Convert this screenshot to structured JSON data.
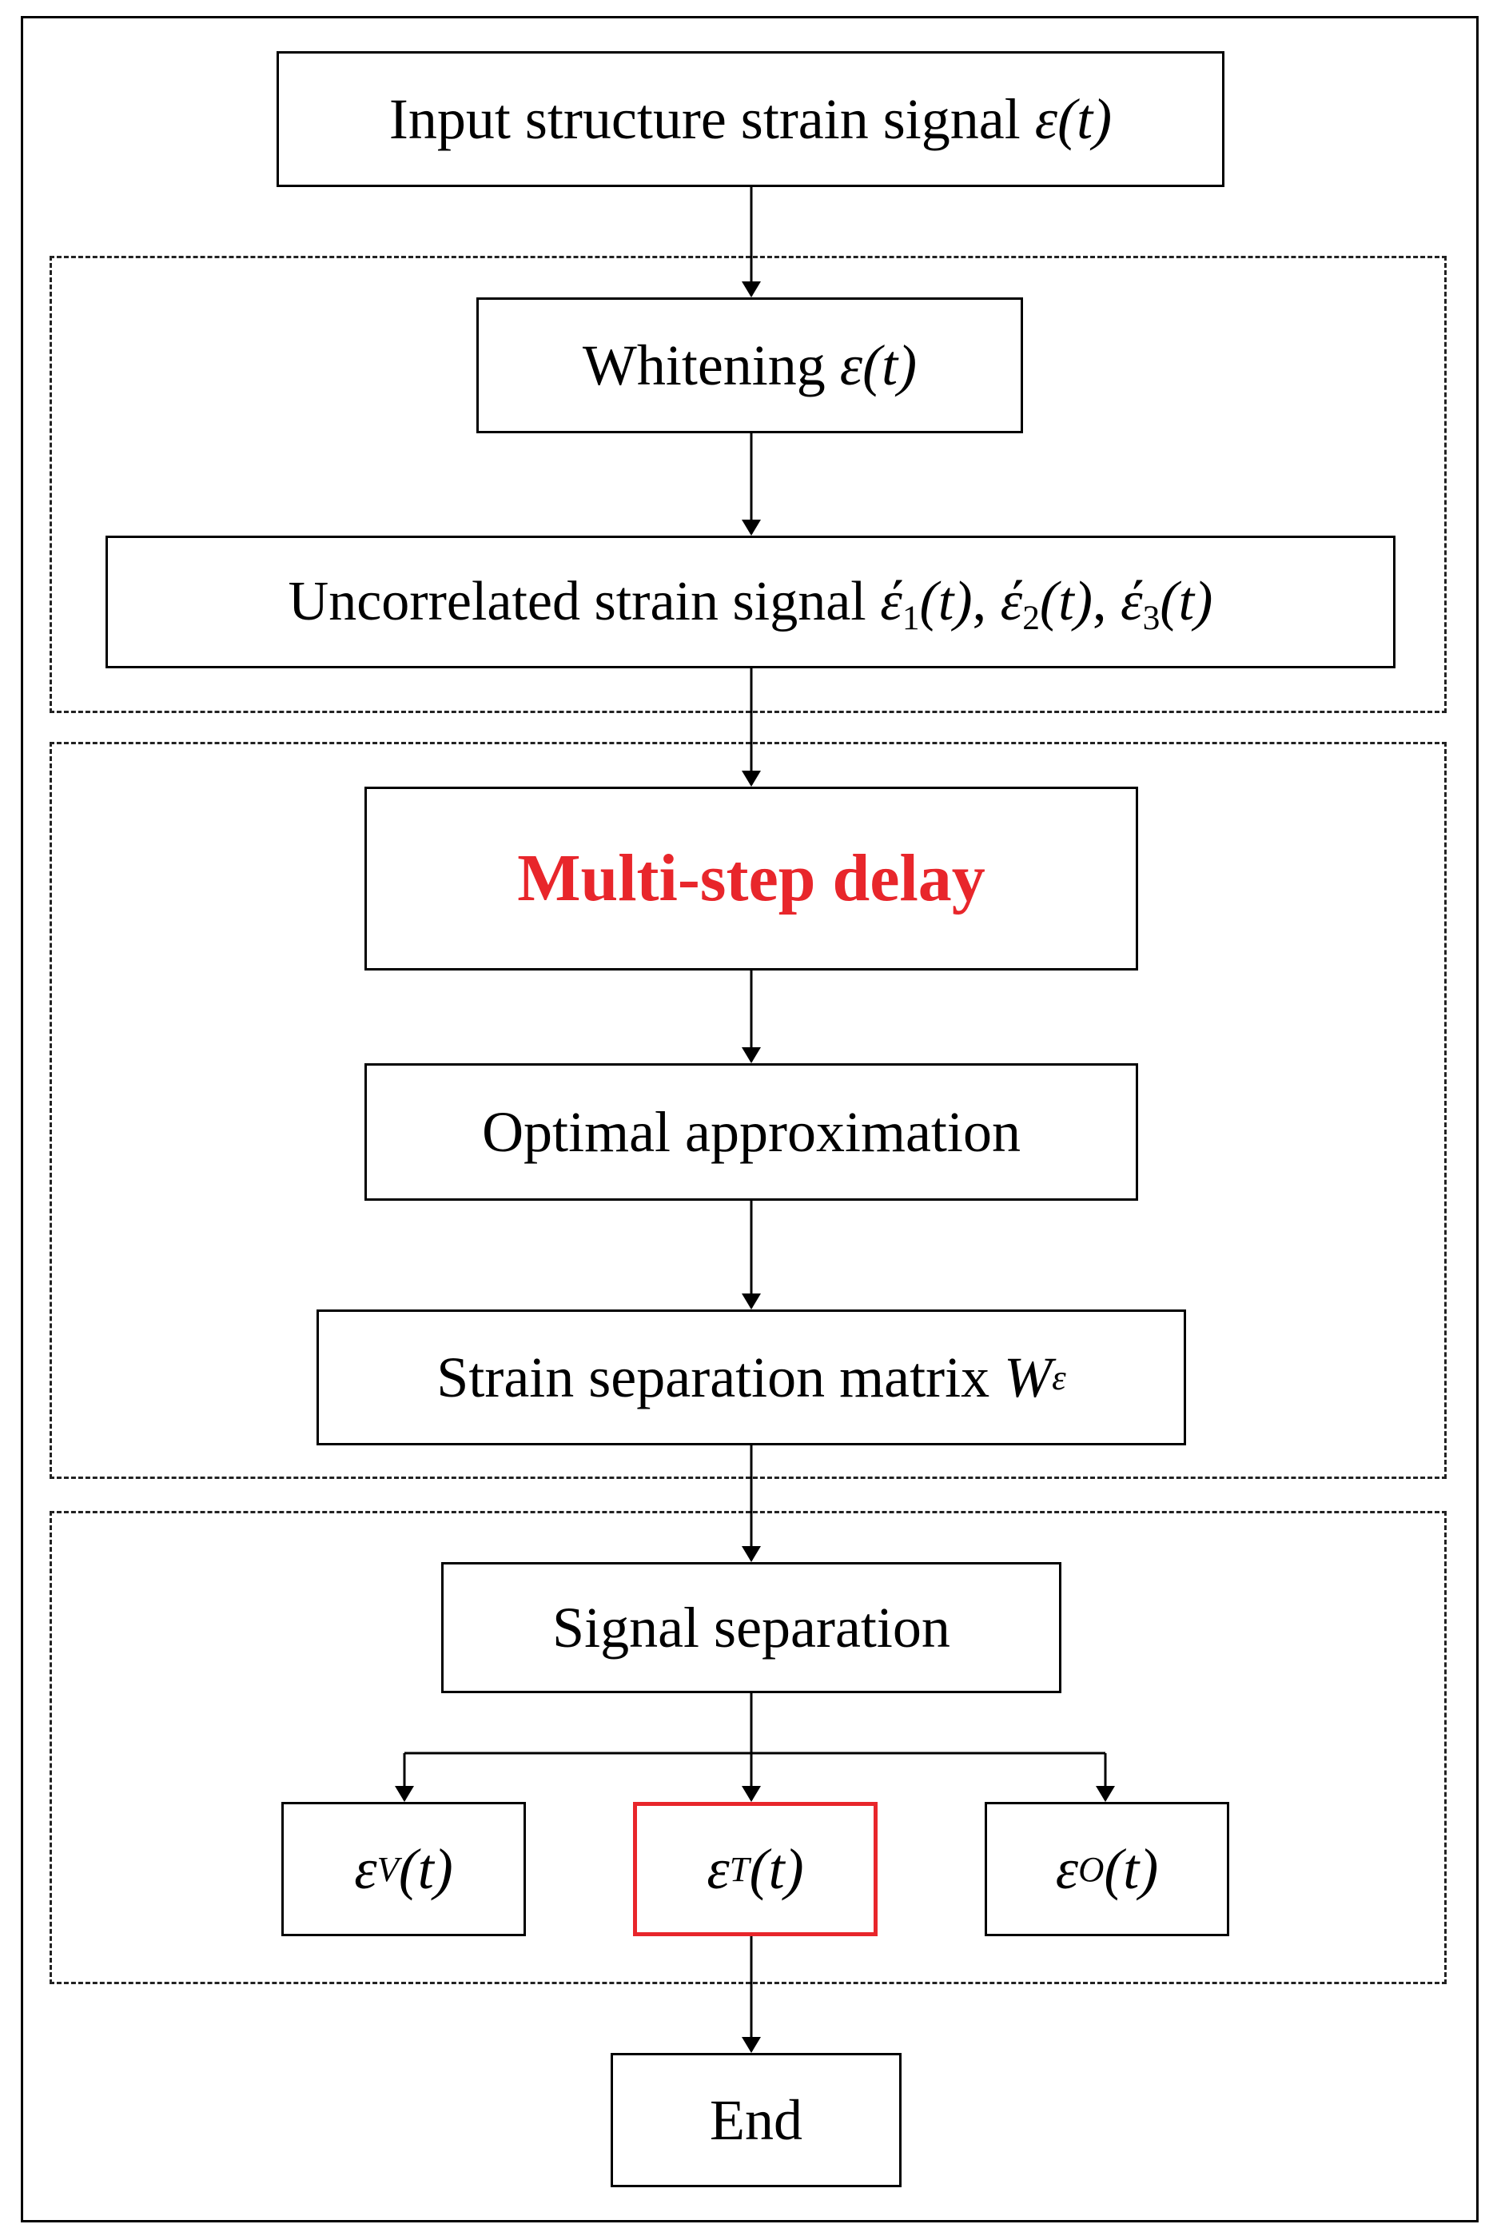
{
  "colors": {
    "line": "#000000",
    "accent": "#e8262b",
    "background": "#ffffff"
  },
  "nodes": {
    "input": {
      "prefix": "Input structure strain signal ",
      "symbol": "ε(t)"
    },
    "whitening": {
      "prefix": "Whitening ",
      "symbol": "ε(t)"
    },
    "uncorrelated": {
      "prefix": "Uncorrelated strain signal ",
      "signals": [
        {
          "base": "έ",
          "sub": "1",
          "arg": "(t)",
          "sep": ", "
        },
        {
          "base": "έ",
          "sub": "2",
          "arg": "(t)",
          "sep": ", "
        },
        {
          "base": "έ",
          "sub": "3",
          "arg": "(t)",
          "sep": ""
        }
      ]
    },
    "multistep": {
      "label": "Multi-step delay"
    },
    "optimal": {
      "label": "Optimal approximation"
    },
    "matrix": {
      "prefix": "Strain separation matrix ",
      "base": "W",
      "sub": "ε"
    },
    "separation": {
      "label": "Signal separation"
    },
    "outputs": [
      {
        "base": "ε",
        "sub": "V",
        "arg": "(t)",
        "highlighted": false
      },
      {
        "base": "ε",
        "sub": "T",
        "arg": "(t)",
        "highlighted": true
      },
      {
        "base": "ε",
        "sub": "O",
        "arg": "(t)",
        "highlighted": false
      }
    ],
    "end": {
      "label": "End"
    }
  }
}
